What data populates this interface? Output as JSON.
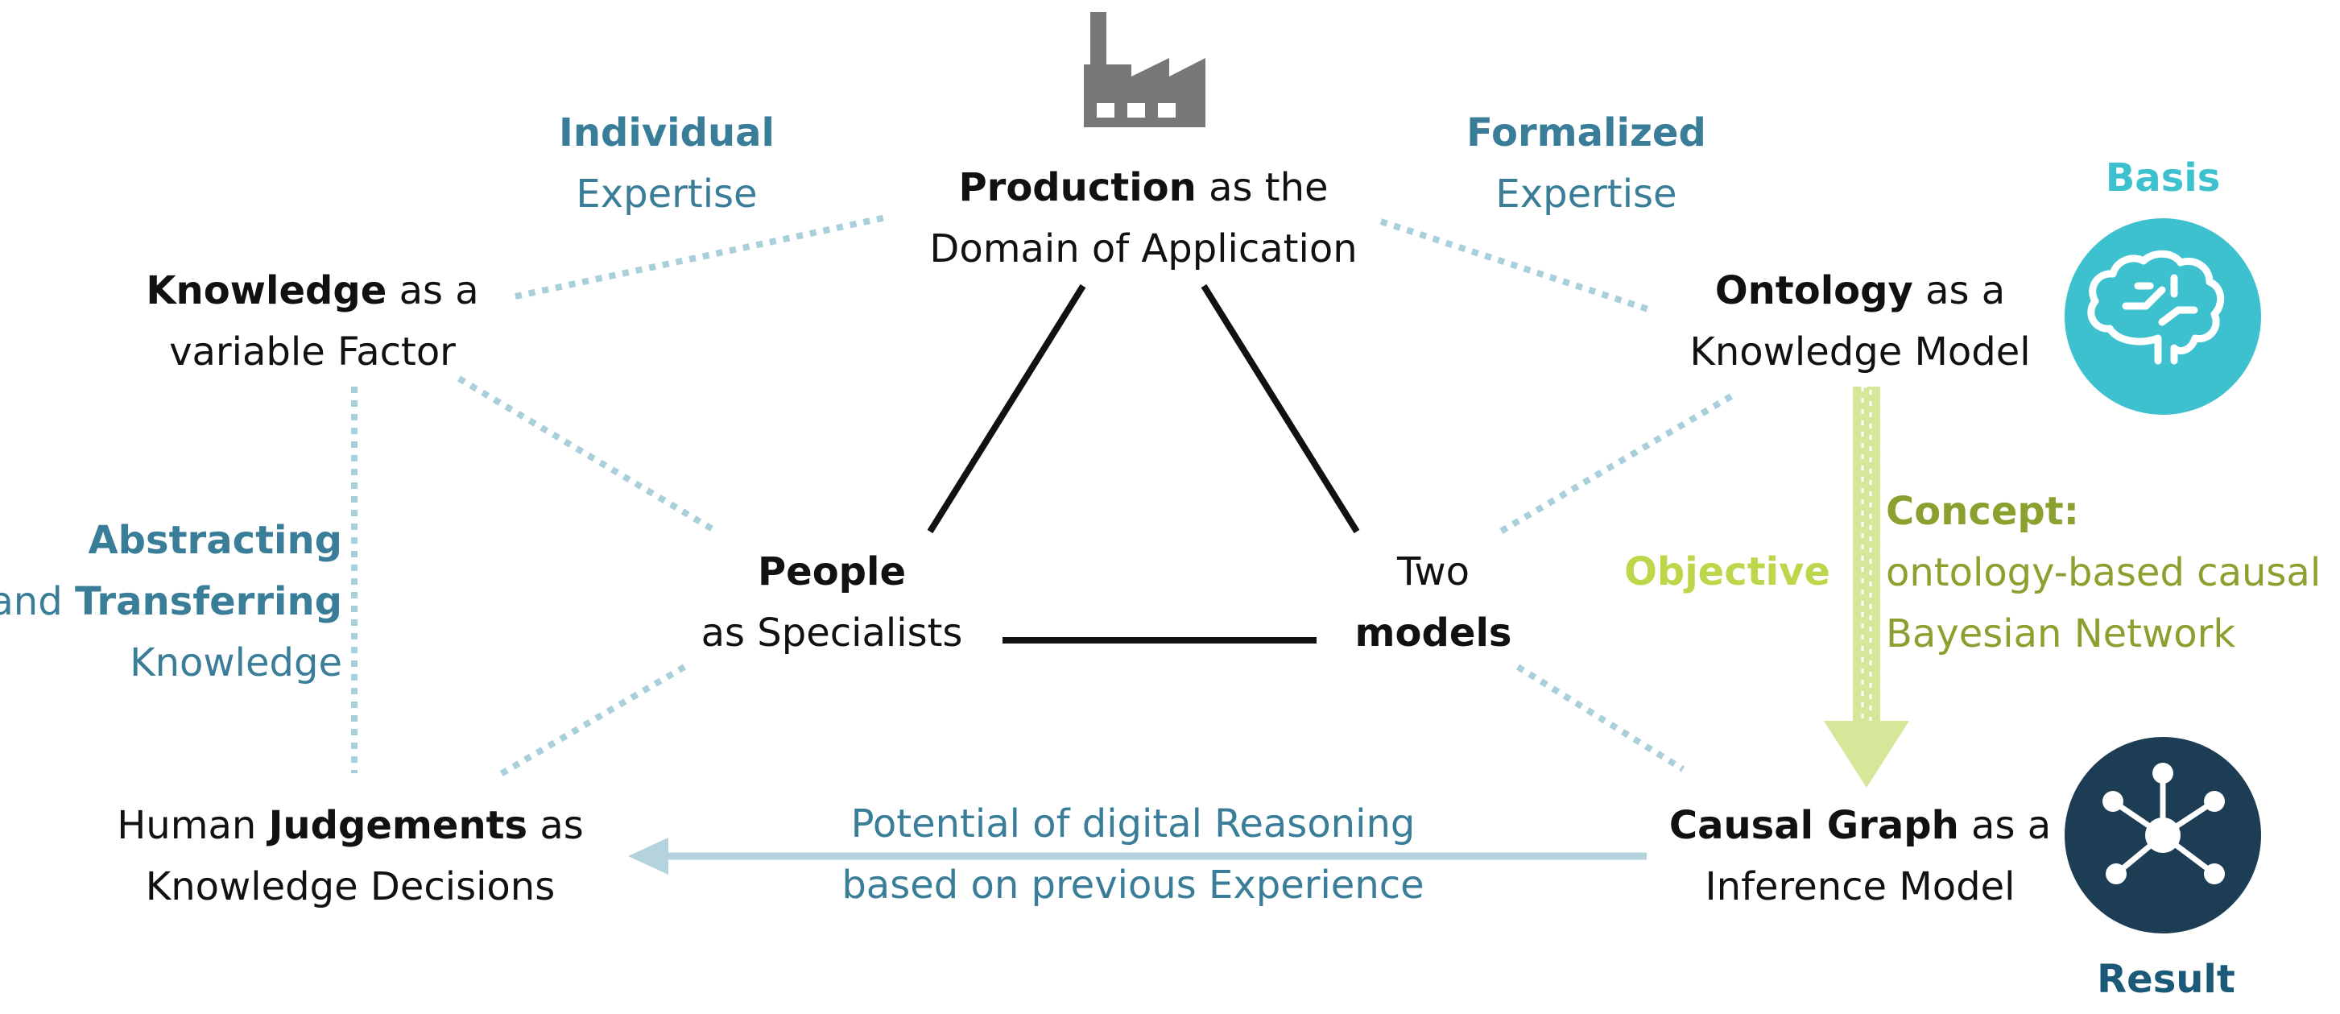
{
  "nodes": {
    "production": {
      "bold": "Production",
      "rest": "as the",
      "line2": "Domain of Application"
    },
    "knowledge": {
      "bold": "Knowledge",
      "rest": "as a",
      "line2": "variable Factor"
    },
    "ontology": {
      "bold": "Ontology",
      "rest": "as a",
      "line2": "Knowledge Model"
    },
    "people": {
      "bold": "People",
      "line2": "as Specialists"
    },
    "two_models": {
      "line1": "Two",
      "bold": "models"
    },
    "judgements": {
      "pre": "Human",
      "bold": "Judgements",
      "rest": "as",
      "line2": "Knowledge Decisions"
    },
    "causal_graph": {
      "bold": "Causal Graph",
      "rest": "as a",
      "line2": "Inference Model"
    }
  },
  "edge_labels": {
    "individual": {
      "line1": "Individual",
      "line2": "Expertise"
    },
    "formalized": {
      "line1": "Formalized",
      "line2": "Expertise"
    },
    "abstracting": {
      "line1": "Abstracting",
      "pre2": "and",
      "bold2": "Transferring",
      "line3": "Knowledge"
    },
    "potential": {
      "line1": "Potential of digital Reasoning",
      "line2": "based on previous Experience"
    },
    "objective": "Objective",
    "concept": {
      "title": "Concept:",
      "line2": "ontology-based causal",
      "line3": "Bayesian Network"
    }
  },
  "badges": {
    "basis": "Basis",
    "result": "Result"
  },
  "icons": {
    "factory": "factory-icon",
    "brain": "brain-icon",
    "network": "network-icon"
  },
  "colors": {
    "teal_text": "#3a7d99",
    "dotted_line": "#a9cfdb",
    "basis_circle": "#3ec1cf",
    "result_circle": "#1d3d54",
    "objective_arrow": "#d5e89a",
    "objective_text": "#bcd84a",
    "concept_text": "#8aa130",
    "potential_arrow": "#b5d3de",
    "factory_gray": "#777777"
  }
}
